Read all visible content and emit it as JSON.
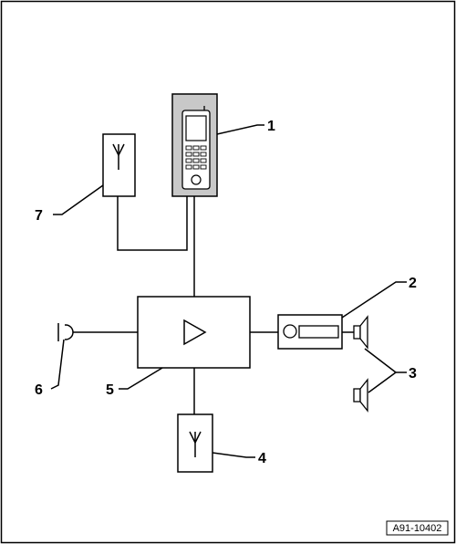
{
  "callouts": {
    "phone_cradle": "1",
    "radio_unit": "2",
    "speakers": "3",
    "antenna_lower": "4",
    "amplifier_unit": "5",
    "microphone": "6",
    "antenna_upper": "7"
  },
  "figure_ref": "A91-10402",
  "colors": {
    "line": "#000000",
    "cradle_fill": "#c8c8c8",
    "background": "#ffffff"
  }
}
